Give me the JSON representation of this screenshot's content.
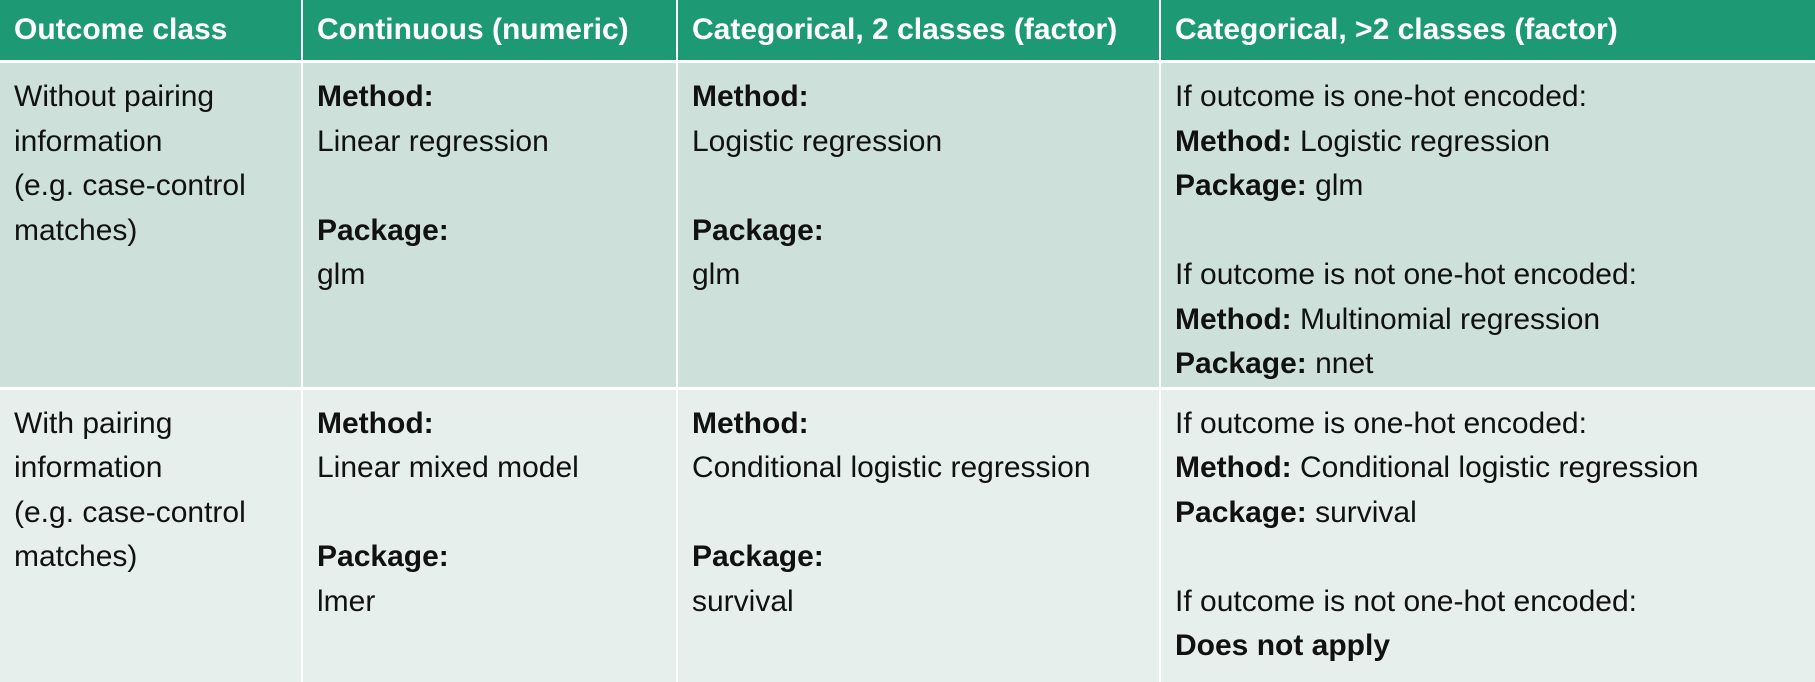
{
  "colors": {
    "header_bg": "#1d9a73",
    "row1_bg": "#cde0d9",
    "row2_bg": "#e6efeb"
  },
  "headers": [
    "Outcome class",
    "Continuous (numeric)",
    "Categorical,  2 classes (factor)",
    "Categorical,  >2 classes (factor)"
  ],
  "rows": [
    {
      "class_lines": [
        "Without pairing",
        "information",
        "(e.g. case-control",
        "matches)"
      ],
      "continuous": {
        "method_label": "Method:",
        "method": "Linear regression",
        "package_label": "Package:",
        "package": "glm"
      },
      "two_class": {
        "method_label": "Method:",
        "method": "Logistic regression",
        "package_label": "Package:",
        "package": "glm"
      },
      "multi_class": {
        "onehot_intro": "If outcome is one-hot encoded:",
        "onehot_method_label": "Method:",
        "onehot_method": " Logistic regression",
        "onehot_package_label": "Package:",
        "onehot_package": " glm",
        "not_onehot_intro": "If outcome is not one-hot encoded:",
        "not_onehot_method_label": "Method:",
        "not_onehot_method": " Multinomial regression",
        "not_onehot_package_label": "Package:",
        "not_onehot_package": " nnet"
      }
    },
    {
      "class_lines": [
        "With pairing",
        "information",
        "(e.g. case-control",
        "matches)"
      ],
      "continuous": {
        "method_label": "Method:",
        "method": "Linear mixed model",
        "package_label": "Package:",
        "package": "lmer"
      },
      "two_class": {
        "method_label": "Method:",
        "method": "Conditional logistic regression",
        "package_label": "Package:",
        "package": "survival"
      },
      "multi_class": {
        "onehot_intro": "If outcome is one-hot encoded:",
        "onehot_method_label": "Method:",
        "onehot_method": " Conditional logistic regression",
        "onehot_package_label": "Package:",
        "onehot_package": " survival",
        "not_onehot_intro": "If outcome is not one-hot encoded:",
        "not_onehot_result": "Does not apply"
      }
    }
  ]
}
